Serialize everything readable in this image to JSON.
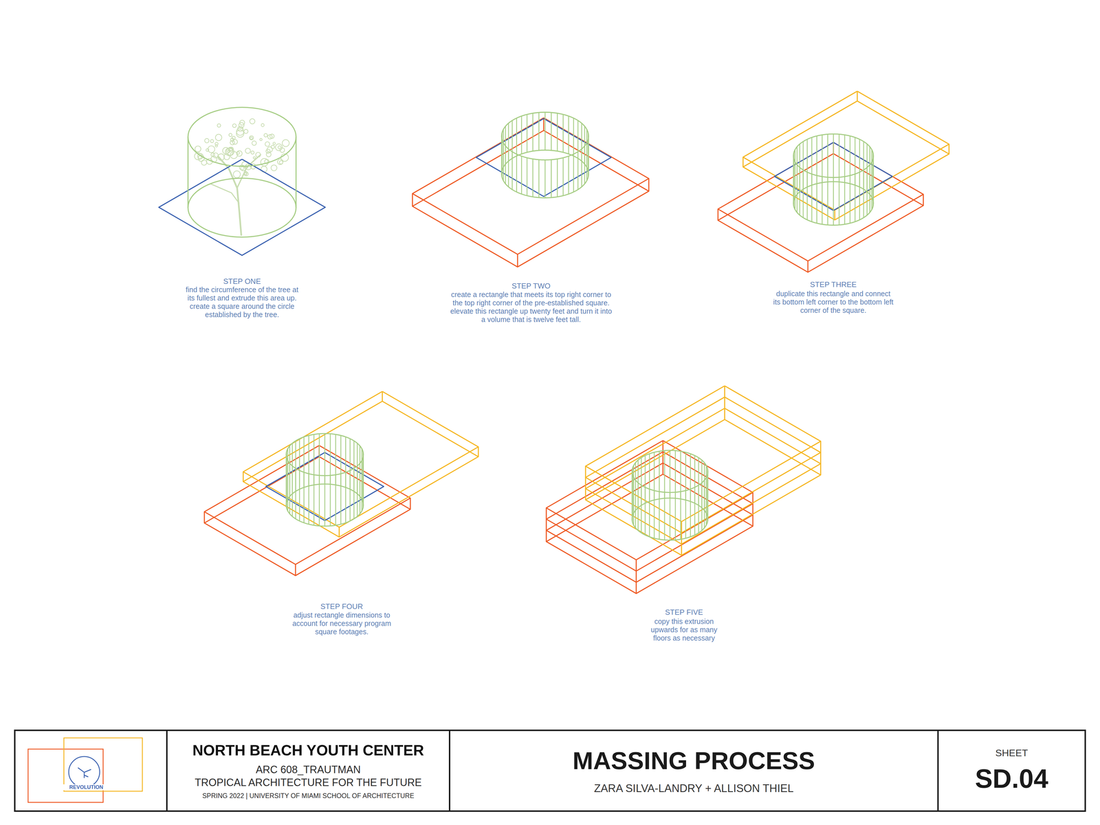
{
  "diagram": {
    "nodes": [
      {
        "text": [
          "REVOLUTION"
        ]
      },
      {
        "text": [
          "NORTH BEACH YOUTH CENTER",
          "ARC 608_TRAUTMAN",
          "TROPICAL ARCHITECTURE FOR THE FUTURE",
          "SPRING 2022 | UNIVERSITY OF MIAMI SCHOOL OF ARCHITECTURE"
        ]
      },
      {
        "text": [
          "MASSING PROCESS",
          "ZARA SILVA-LANDRY + ALLISON THIEL"
        ]
      },
      {
        "text": [
          "SHEET",
          "SD.04"
        ]
      }
    ],
    "labels": [
      "STEP ONE",
      "find the circumference of the tree at its fullest and extrude this area up. create a square around the circle established by the tree.",
      "STEP TWO",
      "create a rectangle that meets its top right corner to the top right corner of the pre-established square. elevate this rectangle up twenty feet and turn it into a volume that is twelve feet tall.",
      "STEP THREE",
      "duplicate this rectangle and connect its bottom left corner to the bottom left corner of the square.",
      "STEP FOUR",
      "adjust rectangle dimensions to account for necessary program square footages.",
      "STEP FIVE",
      "copy this extrusion upwards for as many floors as necessary"
    ]
  }
}
